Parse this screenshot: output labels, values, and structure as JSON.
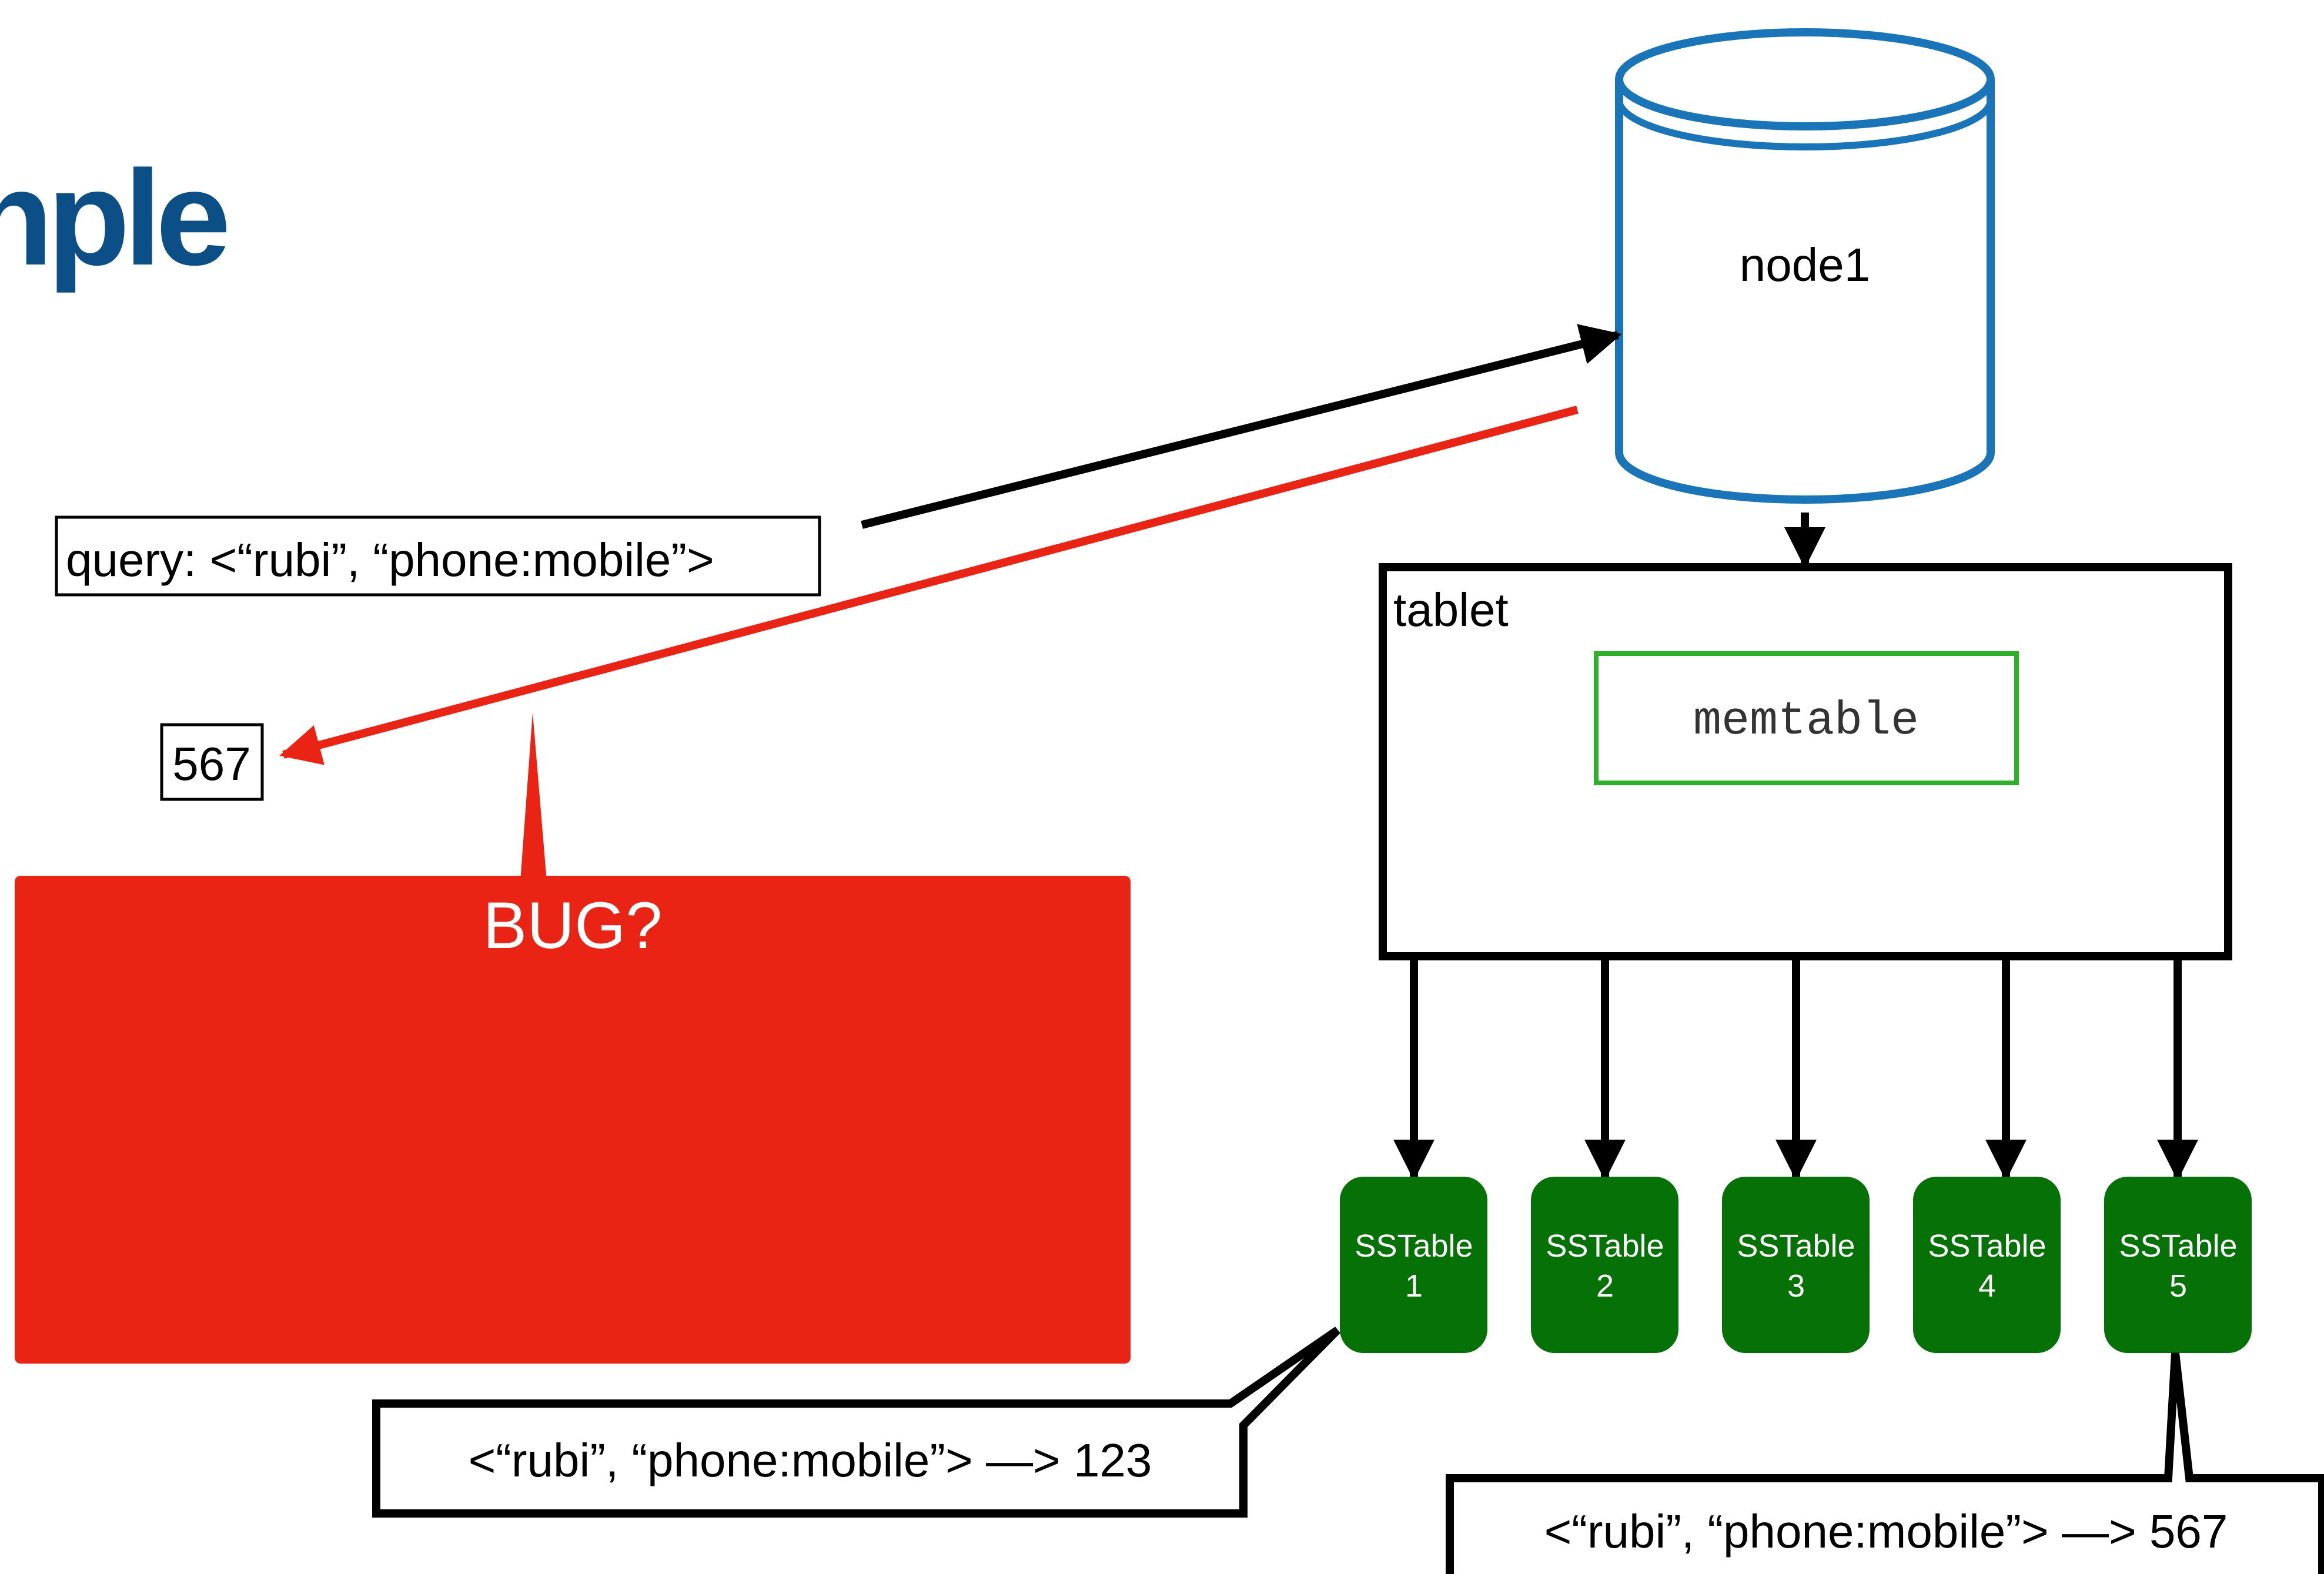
{
  "slide": {
    "title_fragment": "nple"
  },
  "node": {
    "label": "node1"
  },
  "query": {
    "text": "query: <“rubi”, “phone:mobile”>"
  },
  "result": {
    "text": "567"
  },
  "bug_callout": {
    "text": "BUG?"
  },
  "tablet": {
    "label": "tablet",
    "memtable_label": "memtable"
  },
  "sstables": [
    {
      "name": "SSTable",
      "number": "1"
    },
    {
      "name": "SSTable",
      "number": "2"
    },
    {
      "name": "SSTable",
      "number": "3"
    },
    {
      "name": "SSTable",
      "number": "4"
    },
    {
      "name": "SSTable",
      "number": "5"
    }
  ],
  "entries": {
    "sstable1": "<“rubi”, “phone:mobile”> —> 123",
    "sstable5": "<“rubi”, “phone:mobile”> —> 567"
  },
  "colors": {
    "title": "#0b4f86",
    "node_stroke": "#1a74b8",
    "bug_red": "#ea2414",
    "memtable_green": "#2fb02a",
    "sstable_green": "#067106",
    "stroke": "#000000"
  }
}
